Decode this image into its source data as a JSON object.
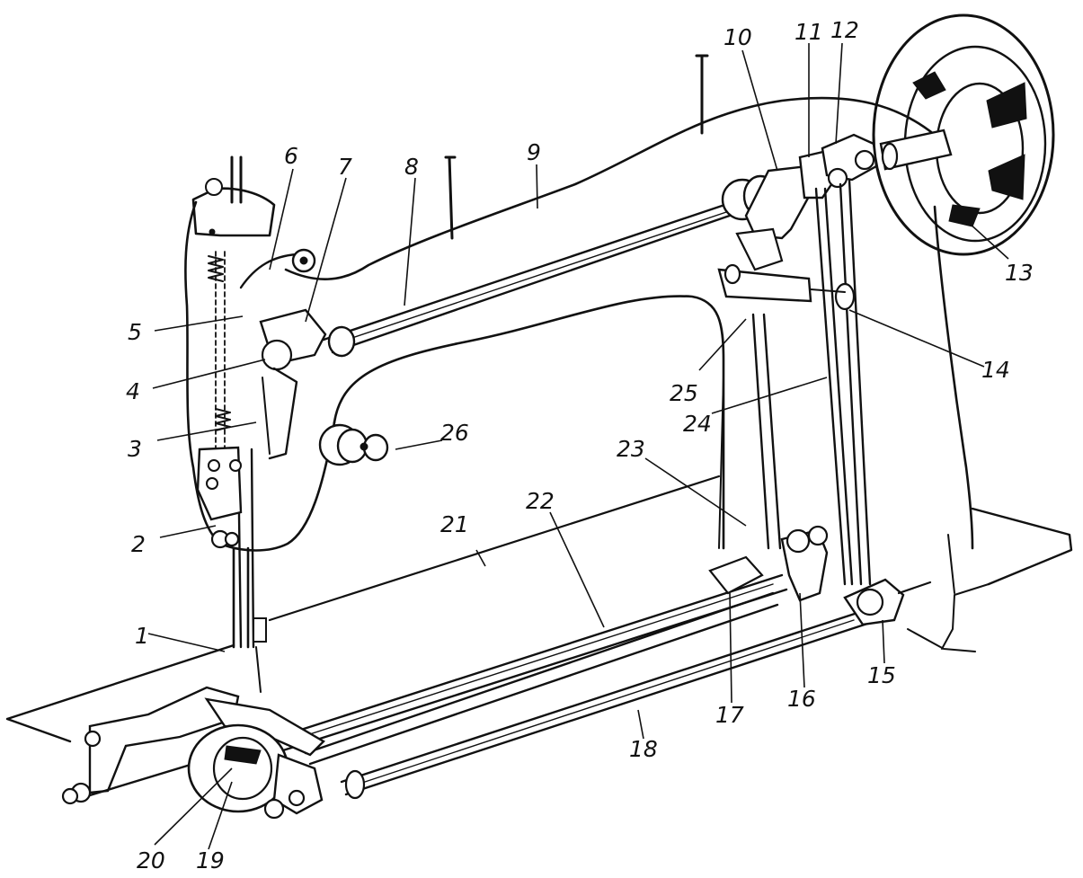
{
  "diagram": {
    "labels": [
      "1",
      "2",
      "3",
      "4",
      "5",
      "6",
      "7",
      "8",
      "9",
      "10",
      "11",
      "12",
      "13",
      "14",
      "15",
      "16",
      "17",
      "18",
      "19",
      "20",
      "21",
      "22",
      "23",
      "24",
      "25",
      "26"
    ]
  },
  "colors": {
    "ink": "#111111",
    "background": "#ffffff"
  }
}
